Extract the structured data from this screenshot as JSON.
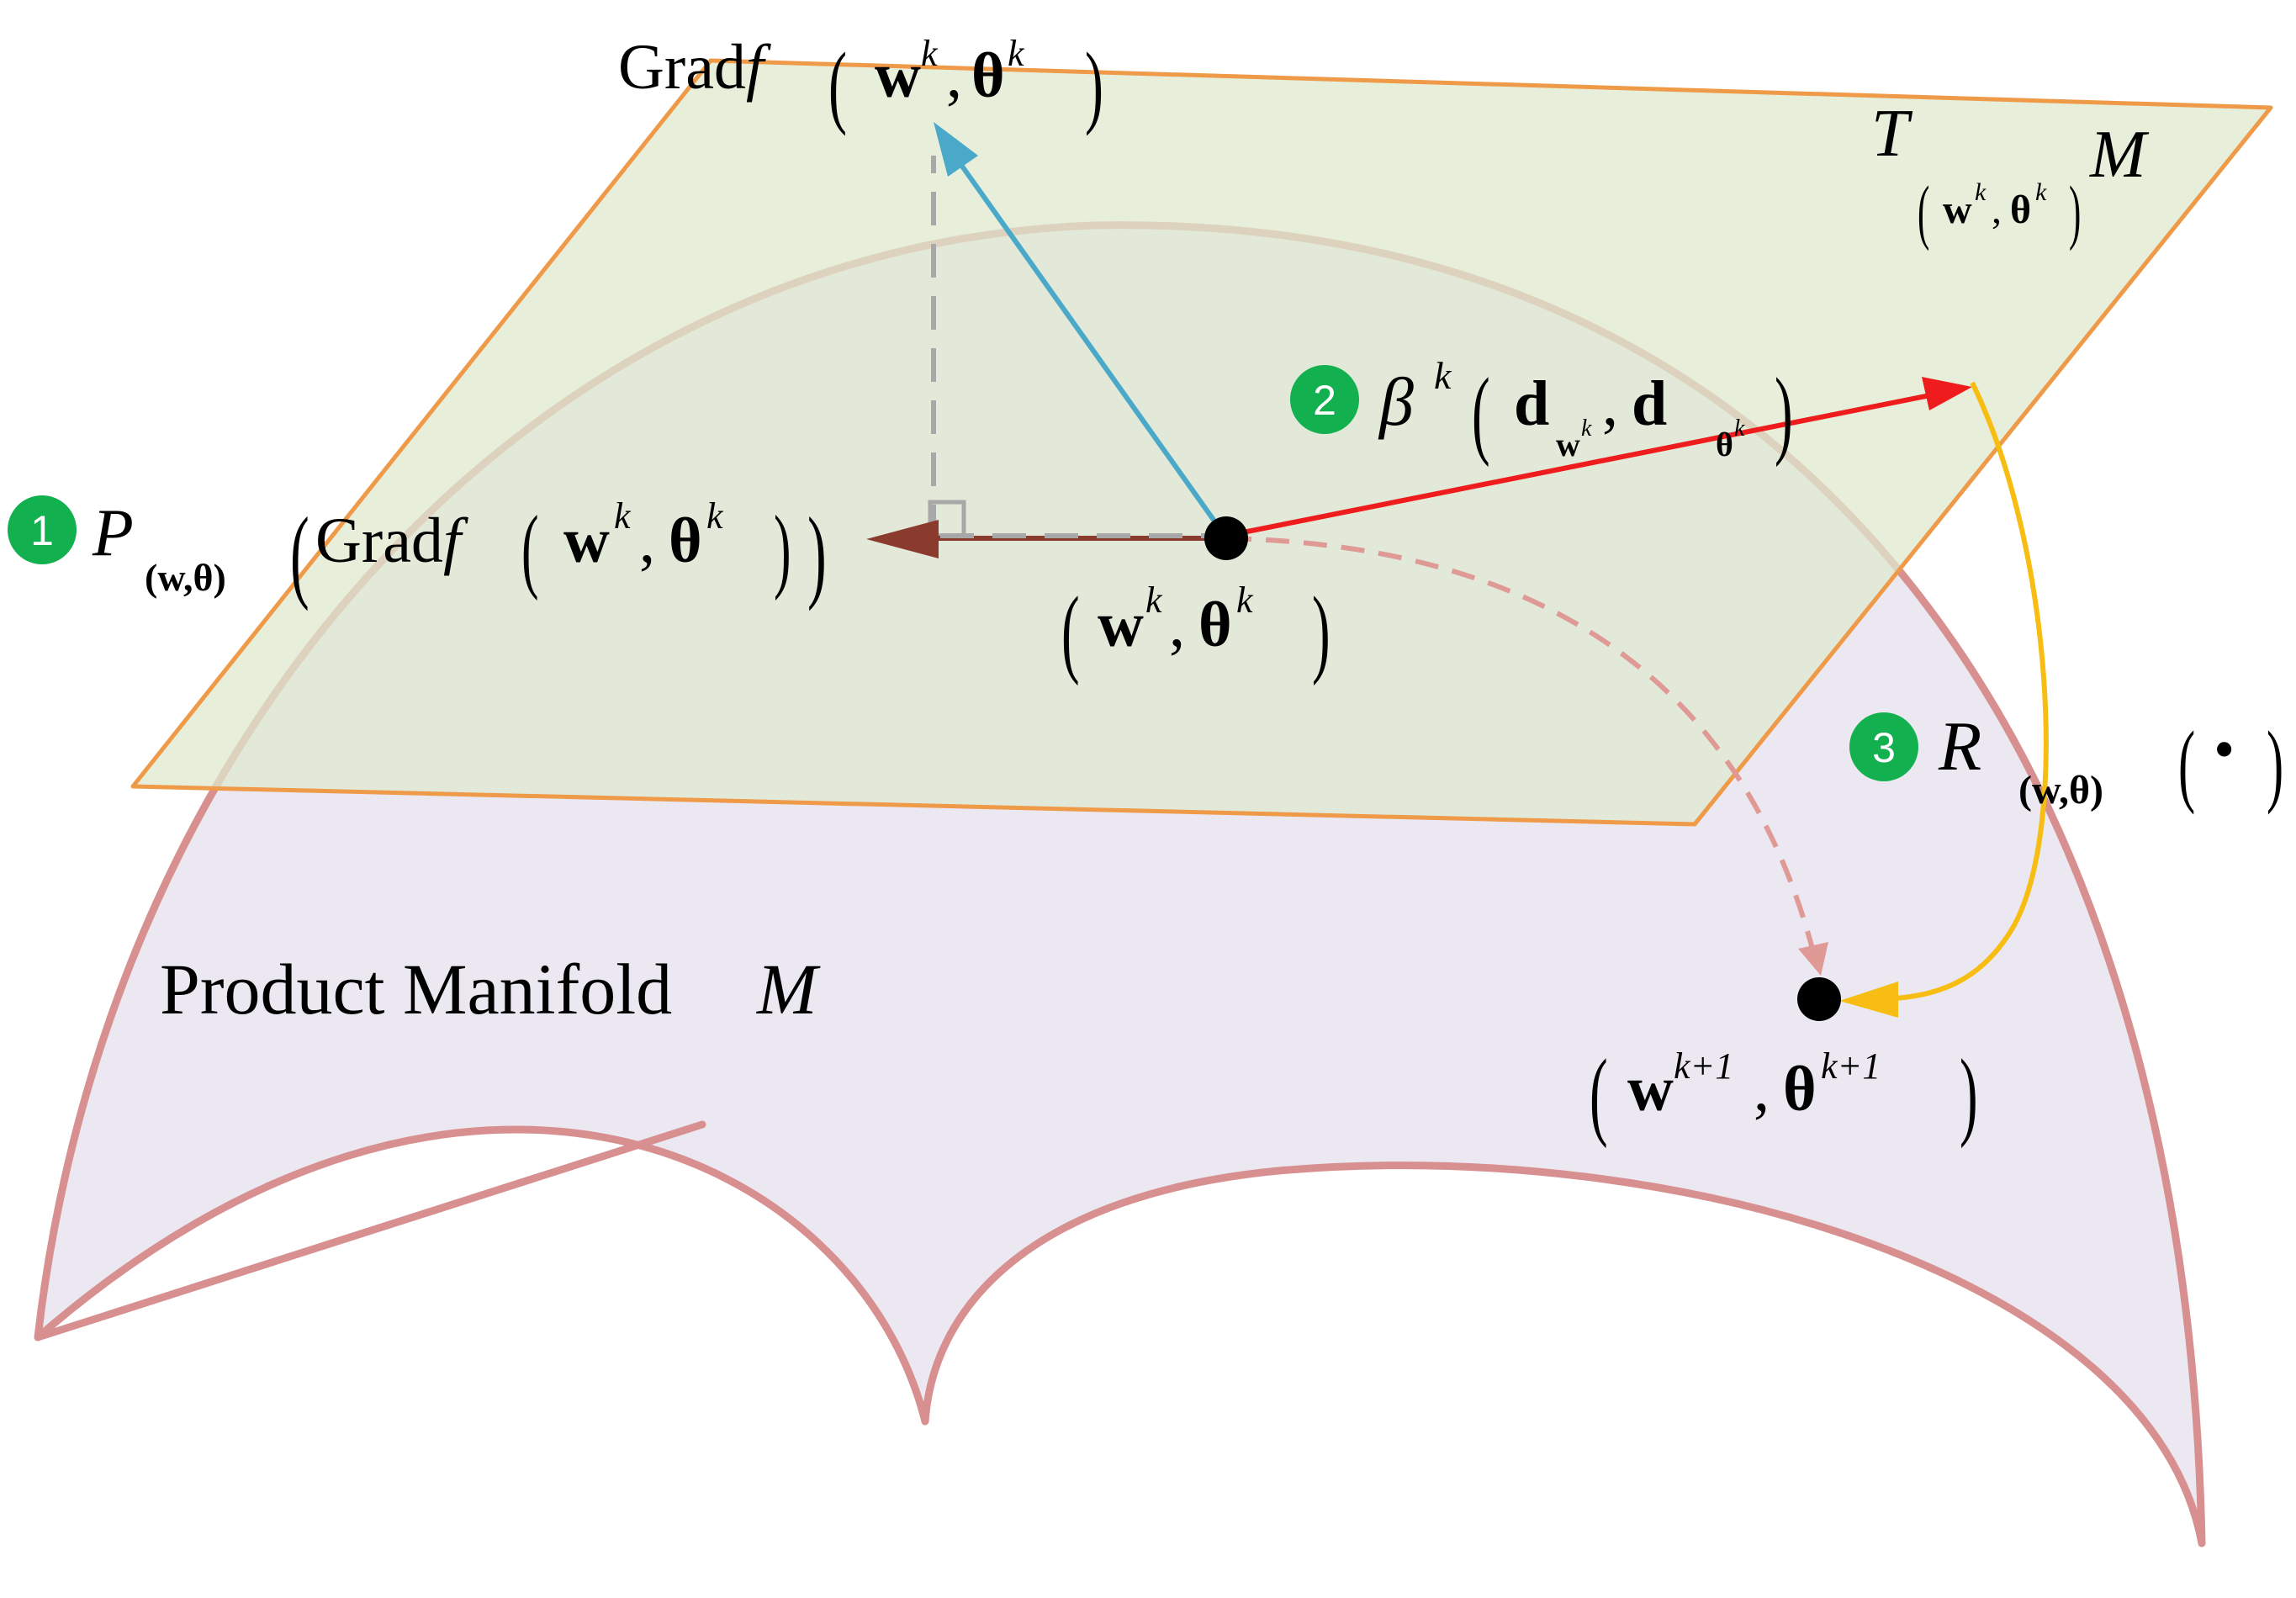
{
  "manifold": {
    "label_text": "Product Manifold ",
    "label_symbol": "M",
    "surface_color": "#ece8f1",
    "edge_color": "#d7908f"
  },
  "tangent_plane": {
    "symbol": "T",
    "sub_w": "w",
    "sub_k1": "k",
    "sub_comma": ",",
    "sub_theta": "θ",
    "sub_k2": "k",
    "manifold_symbol": "M",
    "fill_color": "#dfe9cf",
    "edge_color": "#ee9a48"
  },
  "gradient": {
    "label_prefix": "Grad",
    "label_f": "f",
    "w": "w",
    "k1": "k",
    "comma": ",",
    "theta": "θ",
    "k2": "k",
    "arrow_color": "#4aa8c8"
  },
  "current_point": {
    "w": "w",
    "k1": "k",
    "comma": ",",
    "theta": "θ",
    "k2": "k"
  },
  "next_point": {
    "w": "w",
    "sup1": "k+1",
    "comma": ",",
    "theta": "θ",
    "sup2": "k+1"
  },
  "steps": [
    {
      "number": "1",
      "op_symbol": "P",
      "sub": "(w,θ)",
      "inner_prefix": "Grad",
      "inner_f": "f",
      "w": "w",
      "k1": "k",
      "comma": ",",
      "theta": "θ",
      "k2": "k",
      "arrow_color": "#8b3a2e"
    },
    {
      "number": "2",
      "beta": "β",
      "beta_sup": "k",
      "d1": "d",
      "d1_sub": "w",
      "d1_sub_sup": "k",
      "comma": ",",
      "d2": "d",
      "d2_sub": "θ",
      "d2_sub_sup": "k",
      "arrow_color": "#ee1c1c"
    },
    {
      "number": "3",
      "op_symbol": "R",
      "sub": "(w,θ)",
      "arg": "•",
      "arrow_color": "#f7bd12"
    }
  ],
  "badge_color": "#12b04f"
}
